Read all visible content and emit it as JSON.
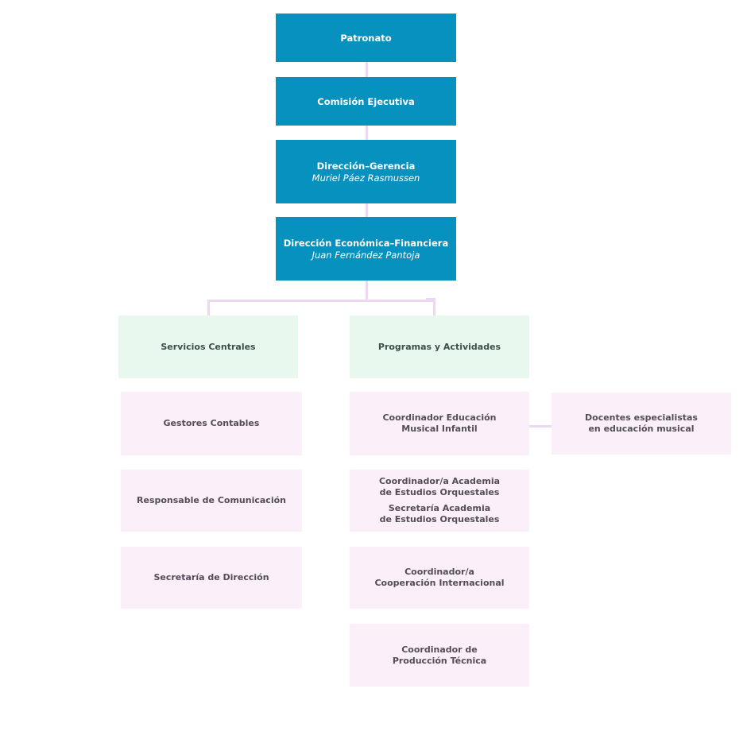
{
  "page": {
    "background": "#FFFFFF"
  },
  "colors": {
    "executive_box": "#0791BE",
    "executive_text": "#FFFFFF",
    "department_box": "#E9F8EF",
    "department_text": "#3B5147",
    "role_box": "#FBEFF9",
    "role_text": "#514D59",
    "connector": "#EDD7F2"
  },
  "org_chart": {
    "executive_chain": [
      {
        "title": "Patronato"
      },
      {
        "title": "Comisión Ejecutiva"
      },
      {
        "title": "Dirección–Gerencia",
        "person": "Muriel Páez Rasmussen"
      },
      {
        "title": "Dirección Económica–Financiera",
        "person": "Juan Fernández Pantoja"
      }
    ],
    "branches": [
      {
        "department": "Servicios Centrales",
        "roles": [
          {
            "lines": [
              "Gestores Contables"
            ]
          },
          {
            "lines": [
              "Responsable de Comunicación"
            ]
          },
          {
            "lines": [
              "Secretaría de Dirección"
            ]
          }
        ]
      },
      {
        "department": "Programas y Actividades",
        "roles": [
          {
            "lines": [
              "Coordinador Educación",
              "Musical Infantil"
            ]
          },
          {
            "lines": [
              "Coordinador/a Academia",
              "de Estudios Orquestales"
            ],
            "lines_secondary": [
              "Secretaría Academia",
              "de Estudios Orquestales"
            ]
          },
          {
            "lines": [
              "Coordinador/a",
              "Cooperación Internacional"
            ]
          },
          {
            "lines": [
              "Coordinador de",
              "Producción Técnica"
            ]
          }
        ]
      }
    ],
    "side_node": {
      "lines": [
        "Docentes especialistas",
        "en educación musical"
      ]
    }
  }
}
